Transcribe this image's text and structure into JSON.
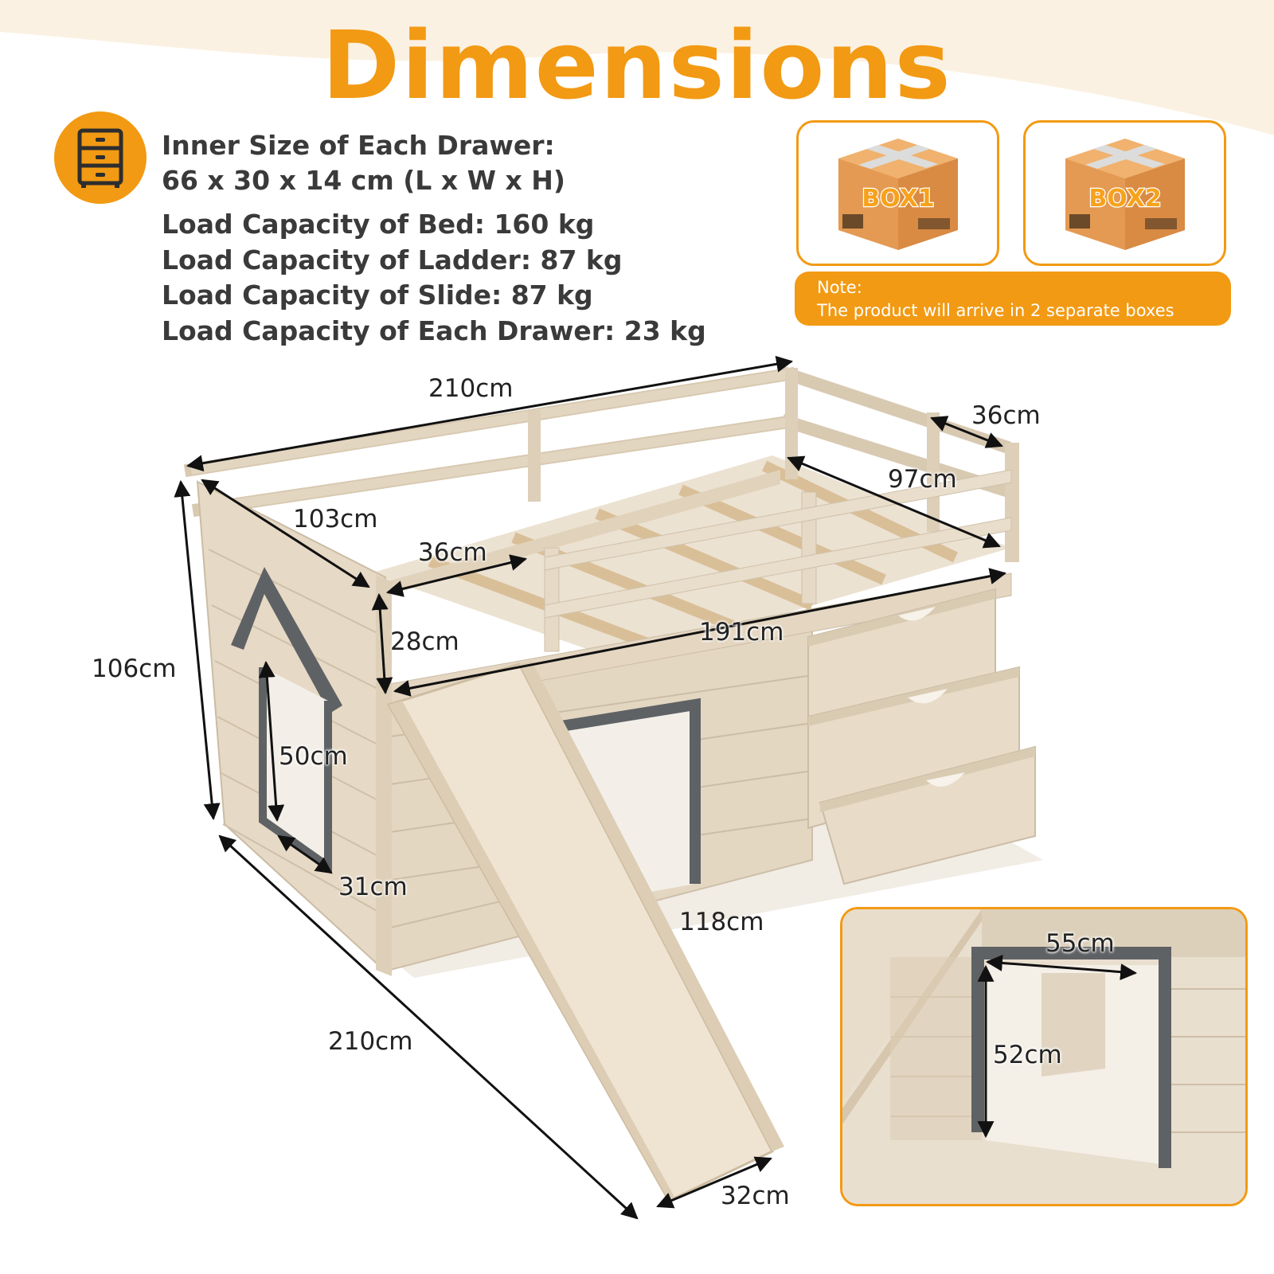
{
  "title": "Dimensions",
  "specs": {
    "drawer_size_label": "Inner Size of Each Drawer:",
    "drawer_size_value": "66 x 30 x 14 cm (L x W x H)",
    "bed_load": "Load Capacity of Bed: 160 kg",
    "ladder_load": "Load Capacity of Ladder: 87 kg",
    "slide_load": "Load Capacity of Slide: 87 kg",
    "drawer_load": "Load Capacity of Each Drawer: 23 kg"
  },
  "boxes": {
    "box1_label": "BOX1",
    "box2_label": "BOX2"
  },
  "note": {
    "heading": "Note:",
    "text": "The product will arrive in 2 separate boxes"
  },
  "dimensions": {
    "top_length": "210cm",
    "end_width": "36cm",
    "guard_length": "97cm",
    "bed_width": "103cm",
    "opening_width": "36cm",
    "guard_height": "28cm",
    "inner_length": "191cm",
    "total_height": "106cm",
    "window_height": "50cm",
    "window_width": "31cm",
    "slide_length": "118cm",
    "bottom_length": "210cm",
    "slide_width": "32cm",
    "door_width": "55cm",
    "door_height": "52cm"
  },
  "colors": {
    "accent": "#f29a13",
    "wood": "#e6d9c5",
    "trim": "#5f6265",
    "text": "#3a3a3a"
  }
}
